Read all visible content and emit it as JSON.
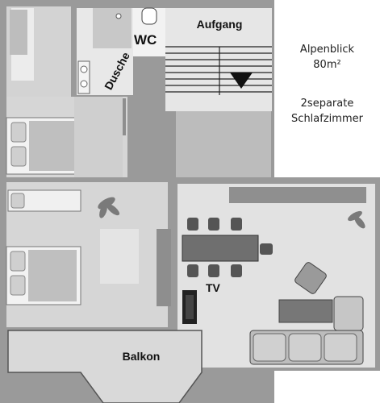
{
  "rooms": {
    "aufgang": "Aufgang",
    "wc": "WC",
    "dusche": "Dusche",
    "balkon": "Balkon",
    "tv": "TV"
  },
  "info": {
    "name": "Alpenblick",
    "size": "80m²",
    "bedrooms_line1": "2separate",
    "bedrooms_line2": "Schlafzimmer"
  },
  "icons": [
    "stair-direction-arrow-icon",
    "plant-icon",
    "bed-icon",
    "sofa-icon",
    "armchair-icon",
    "dining-table-icon",
    "tv-icon",
    "sink-icon",
    "toilet-icon"
  ]
}
